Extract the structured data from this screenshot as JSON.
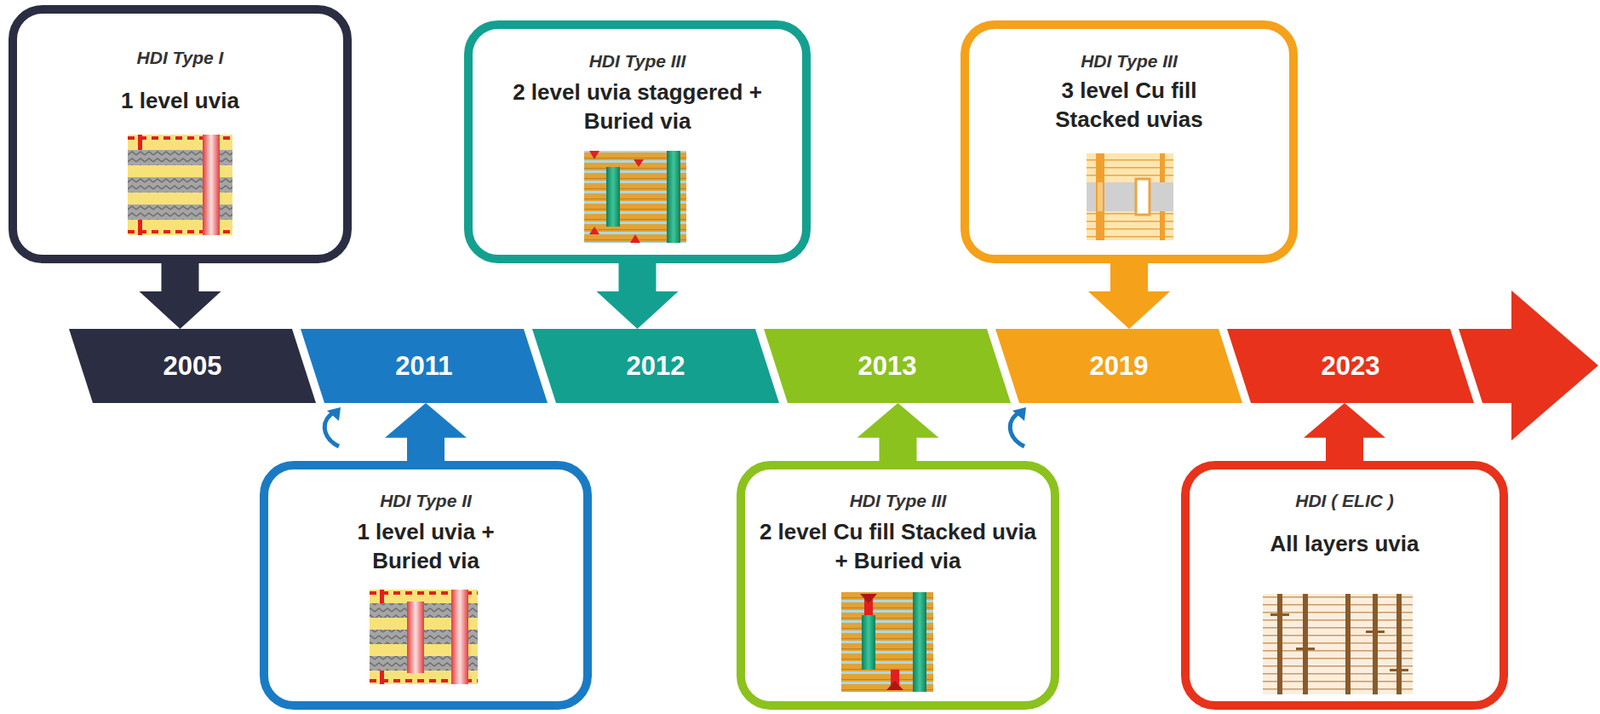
{
  "diagram": {
    "nodes": [
      {
        "text": [
          "HDI Type I",
          "1 level uvia"
        ]
      },
      {
        "text": [
          "HDI Type III",
          "2 level uvia staggered + Buried via"
        ]
      },
      {
        "text": [
          "HDI Type III",
          "3 level Cu fill Stacked uvias"
        ]
      },
      {
        "text": [
          "2005"
        ]
      },
      {
        "text": [
          "2011"
        ]
      },
      {
        "text": [
          "2012"
        ]
      },
      {
        "text": [
          "2013"
        ]
      },
      {
        "text": [
          "2019"
        ]
      },
      {
        "text": [
          "2023"
        ]
      },
      {
        "text": [
          "HDI Type II",
          "1 level uvia + Buried via"
        ]
      },
      {
        "text": [
          "HDI Type III",
          "2 level Cu fill Stacked uvia + Buried via"
        ]
      },
      {
        "text": [
          "HDI ( ELIC )",
          "All layers uvia"
        ]
      }
    ],
    "edges": [
      {
        "from": 0,
        "to": 3,
        "arrow": "to"
      },
      {
        "from": 1,
        "to": 5,
        "arrow": "to"
      },
      {
        "from": 2,
        "to": 7,
        "arrow": "to"
      },
      {
        "from": 9,
        "to": 4,
        "arrow": "to"
      },
      {
        "from": 10,
        "to": 6,
        "arrow": "to"
      },
      {
        "from": 11,
        "to": 8,
        "arrow": "to"
      }
    ]
  }
}
